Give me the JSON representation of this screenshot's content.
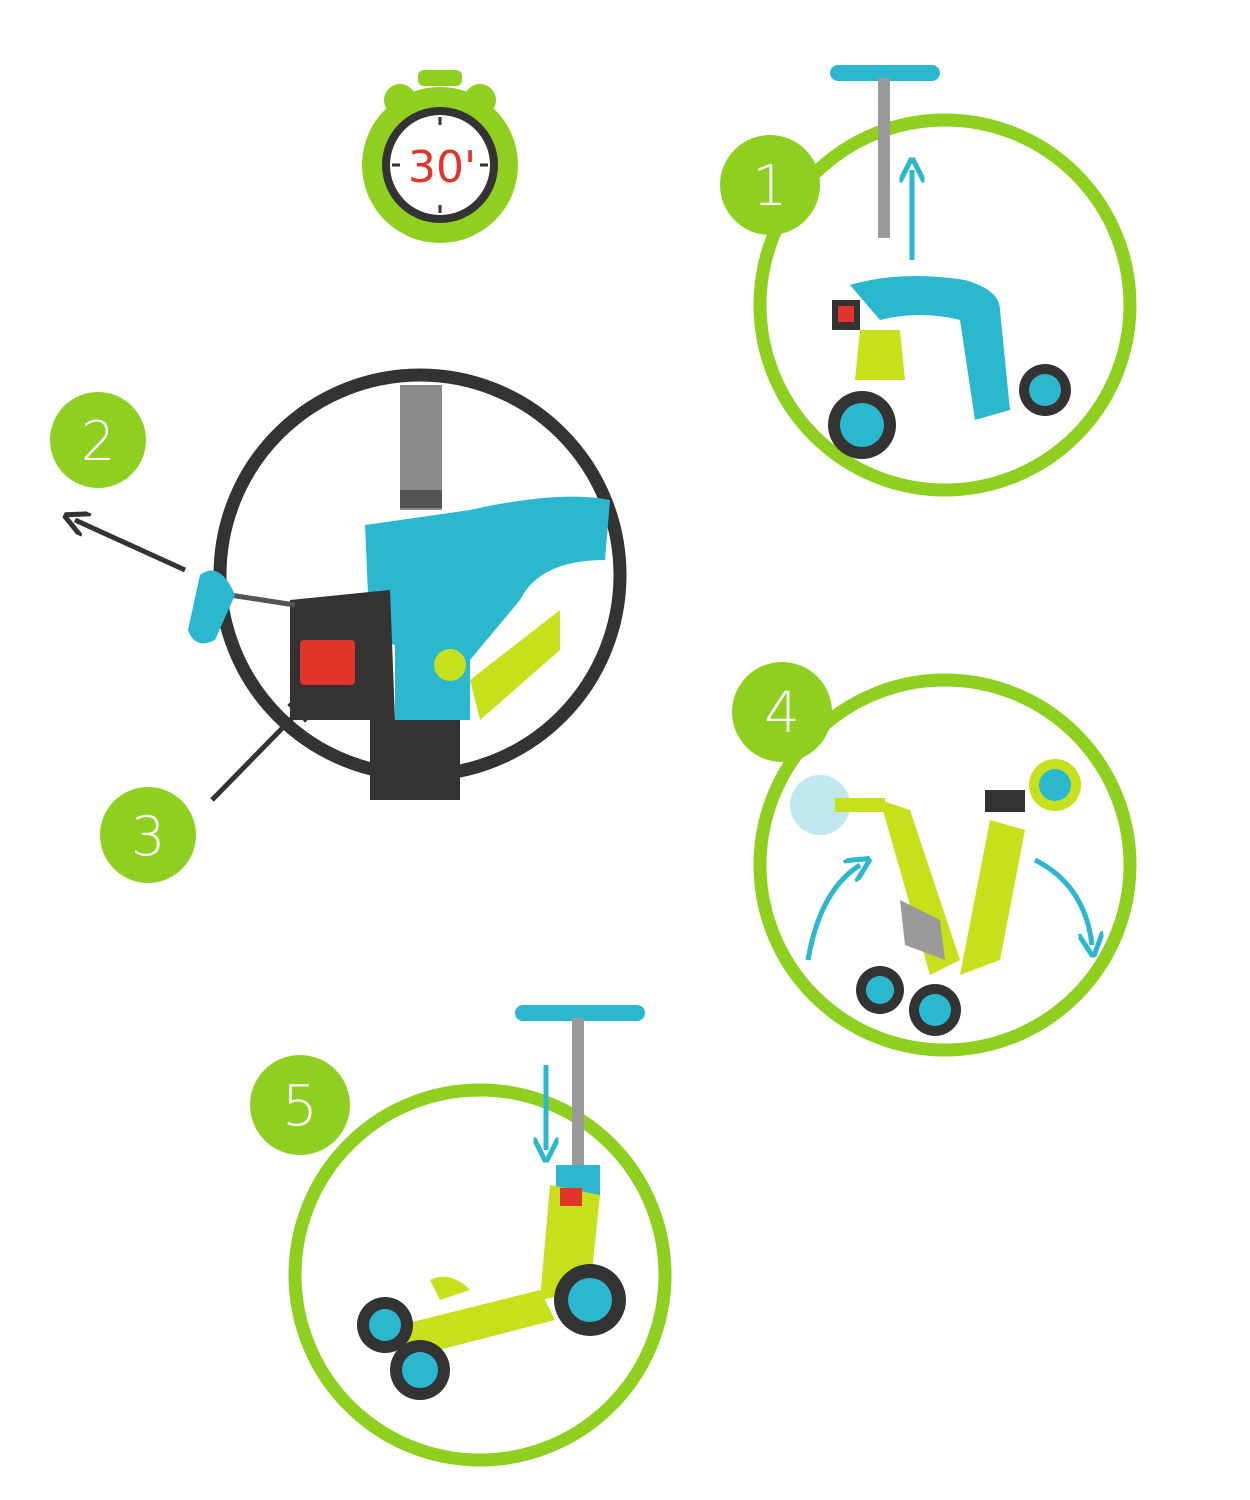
{
  "timer": {
    "label": "30'"
  },
  "steps": [
    {
      "number": "1"
    },
    {
      "number": "2"
    },
    {
      "number": "3"
    },
    {
      "number": "4"
    },
    {
      "number": "5"
    }
  ],
  "colors": {
    "green": "#8fcf1f",
    "lime": "#c6e01c",
    "blue": "#2bb8cf",
    "dark": "#333333",
    "red": "#e2342b",
    "grey": "#9a9a9a"
  }
}
